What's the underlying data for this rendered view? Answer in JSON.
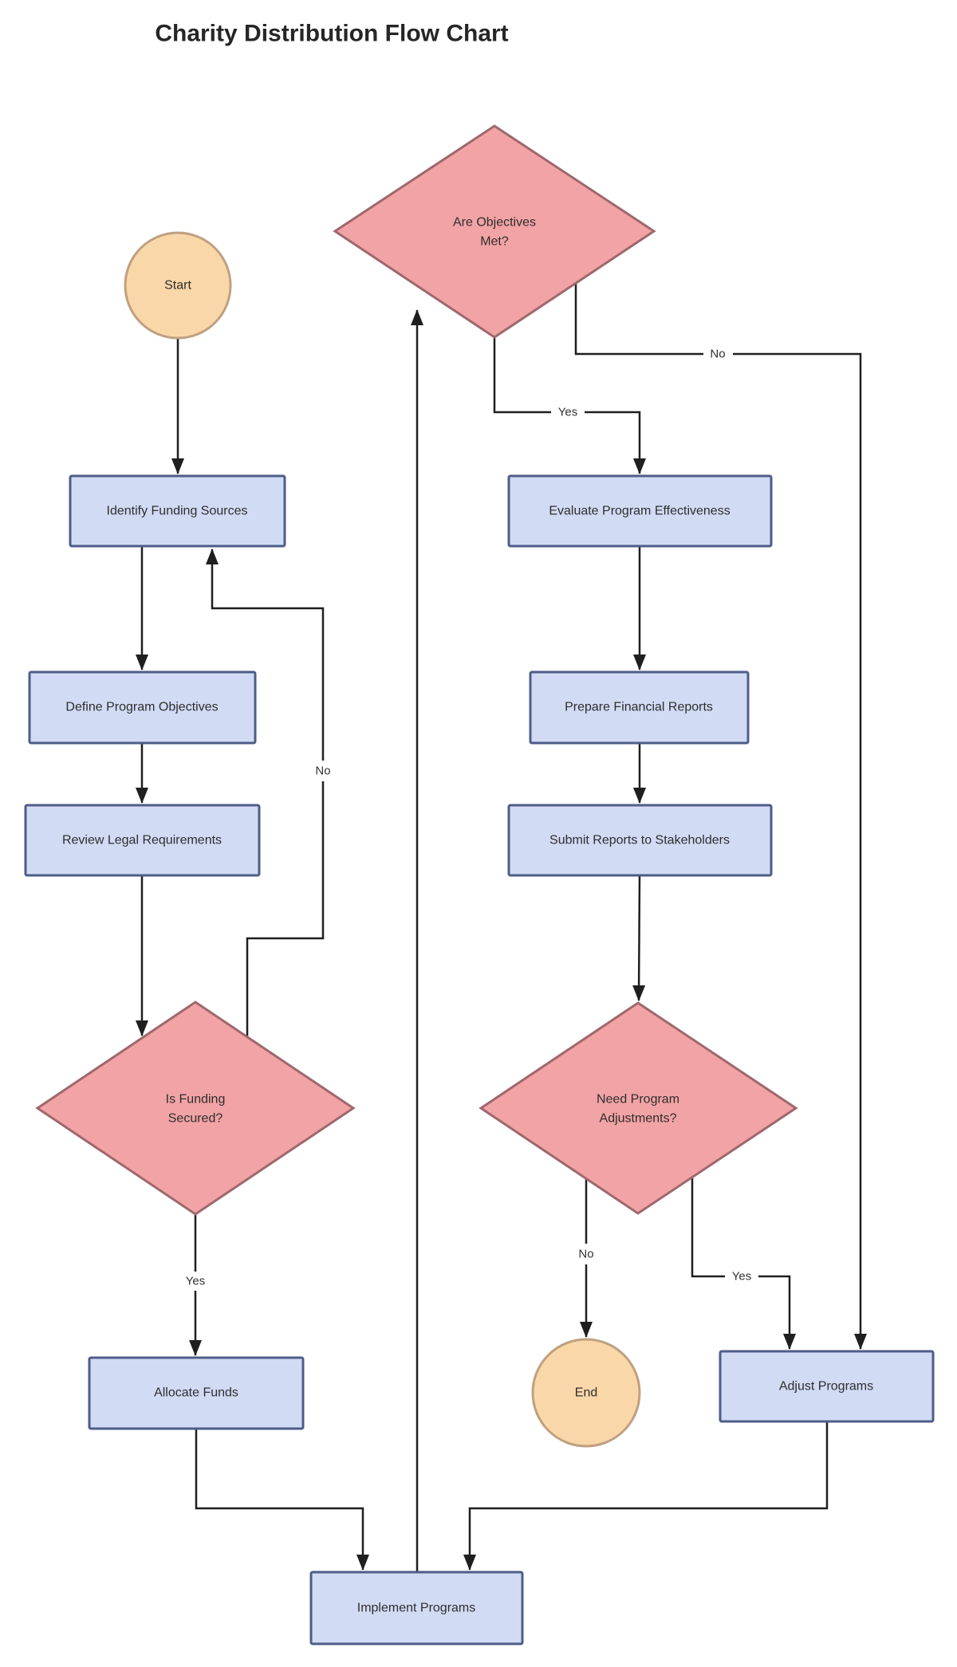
{
  "title": "Charity Distribution Flow Chart",
  "colors": {
    "canvas": "#ffffff",
    "process-fill": "#D1DBF4",
    "process-border": "#4E5D88",
    "decision-fill": "#F2A3A5",
    "decision-border": "#9E686D",
    "terminal-fill": "#FAD7A8",
    "terminal-border": "#BFA080",
    "edge": "#1F1F1F",
    "node-text": "#2E2E2E",
    "label-text": "#333333",
    "title-color": "#262626"
  },
  "nodes": {
    "start": {
      "label": "Start"
    },
    "identify_funding": {
      "label": "Identify Funding Sources"
    },
    "define_objectives": {
      "label": "Define Program Objectives"
    },
    "review_legal": {
      "label": "Review Legal Requirements"
    },
    "is_funding_secured": {
      "line1": "Is Funding",
      "line2": "Secured?"
    },
    "allocate_funds": {
      "label": "Allocate Funds"
    },
    "implement_programs": {
      "label": "Implement Programs"
    },
    "are_objectives_met": {
      "line1": "Are Objectives",
      "line2": "Met?"
    },
    "evaluate_effectiveness": {
      "label": "Evaluate Program Effectiveness"
    },
    "prepare_reports": {
      "label": "Prepare Financial Reports"
    },
    "submit_reports": {
      "label": "Submit Reports to Stakeholders"
    },
    "need_adjustments": {
      "line1": "Need Program",
      "line2": "Adjustments?"
    },
    "end": {
      "label": "End"
    },
    "adjust_programs": {
      "label": "Adjust Programs"
    }
  },
  "edge_labels": {
    "funding_yes": "Yes",
    "funding_no": "No",
    "objectives_yes": "Yes",
    "objectives_no": "No",
    "adjustments_no": "No",
    "adjustments_yes": "Yes"
  }
}
